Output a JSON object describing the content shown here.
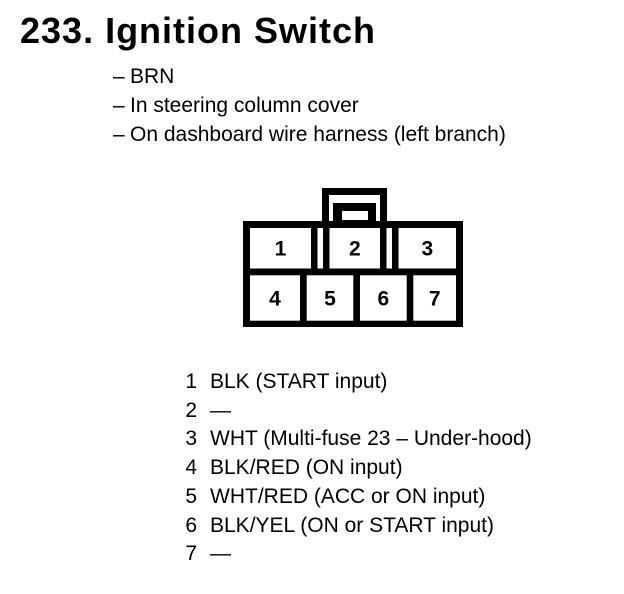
{
  "page": {
    "title": "233. Ignition Switch",
    "notes": {
      "bullet": "–",
      "items": [
        "BRN",
        "In steering column cover",
        "On dashboard wire harness (left branch)"
      ]
    },
    "connector": {
      "top_row": [
        "1",
        "2",
        "3"
      ],
      "bottom_row": [
        "4",
        "5",
        "6",
        "7"
      ]
    },
    "legend": {
      "items": [
        {
          "pin": "1",
          "label": "BLK (START input)"
        },
        {
          "pin": "2",
          "label": "—"
        },
        {
          "pin": "3",
          "label": "WHT (Multi-fuse 23 – Under-hood)"
        },
        {
          "pin": "4",
          "label": "BLK/RED (ON input)"
        },
        {
          "pin": "5",
          "label": "WHT/RED (ACC or ON input)"
        },
        {
          "pin": "6",
          "label": "BLK/YEL (ON or START input)"
        },
        {
          "pin": "7",
          "label": "—"
        }
      ]
    },
    "colors": {
      "ink": "#000000",
      "paper": "#ffffff"
    }
  }
}
